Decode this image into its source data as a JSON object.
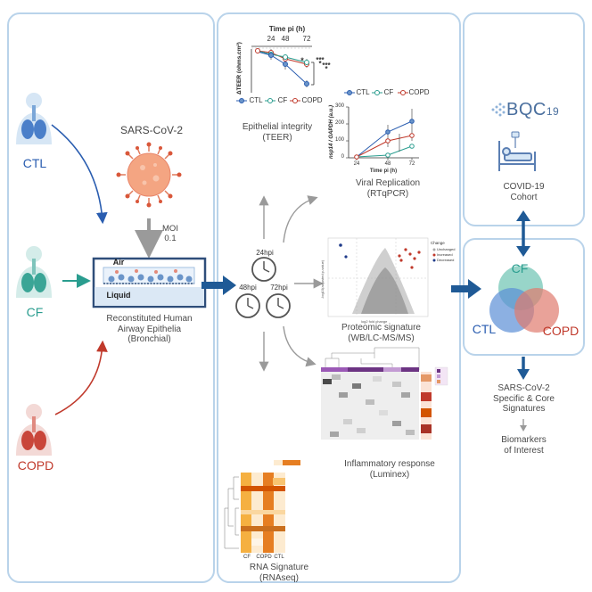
{
  "left": {
    "groups": [
      {
        "label": "CTL",
        "color": "#2a5db0"
      },
      {
        "label": "CF",
        "color": "#2a9d8f"
      },
      {
        "label": "COPD",
        "color": "#c0392b"
      }
    ],
    "virus_label": "SARS-CoV-2",
    "moi_line1": "MOI",
    "moi_line2": "0.1",
    "air_label": "Air",
    "liquid_label": "Liquid",
    "culture_caption_1": "Reconstituted Human",
    "culture_caption_2": "Airway Epithelia",
    "culture_caption_3": "(Bronchial)"
  },
  "middle": {
    "time_points": [
      "24hpi",
      "48hpi",
      "72hpi"
    ],
    "teer": {
      "title": "Time pi (h)",
      "x_ticks": [
        "24",
        "48",
        "72"
      ],
      "y_label": "ΔTEER (ohms.cm²)",
      "stars": [
        "*",
        "****",
        "****"
      ],
      "legend": [
        "CTL",
        "CF",
        "COPD"
      ],
      "caption_1": "Epithelial integrity",
      "caption_2": "(TEER)"
    },
    "viral": {
      "legend": [
        "CTL",
        "CF",
        "COPD"
      ],
      "y_label": "nsp14 / GAPDH (a.u.)",
      "y_ticks": [
        "0",
        "100",
        "200",
        "300"
      ],
      "x_ticks": [
        "24",
        "48",
        "72"
      ],
      "x_label": "Time pi (h)",
      "caption_1": "Viral Replication",
      "caption_2": "(RTqPCR)"
    },
    "proteomic": {
      "caption_1": "Proteomic signature",
      "caption_2": "(WB/LC-MS/MS)",
      "legend_title": "Change",
      "legend_items": [
        "Unchanged",
        "Increased",
        "Decreased"
      ],
      "y_label": "-log10(adjusted p-value)",
      "x_label": "log2 fold change"
    },
    "inflammatory": {
      "caption_1": "Inflammatory response",
      "caption_2": "(Luminex)"
    },
    "rna": {
      "caption_1": "RNA Signature",
      "caption_2": "(RNAseq)",
      "groups": [
        "CF",
        "COPD",
        "CTL"
      ]
    }
  },
  "right": {
    "logo_text": "BQC",
    "logo_sub": "19",
    "cohort_1": "COVID-19",
    "cohort_2": "Cohort",
    "venn": {
      "top": "CF",
      "left": "CTL",
      "right": "COPD"
    },
    "sig_1": "SARS-CoV-2",
    "sig_2": "Specific & Core",
    "sig_3": "Signatures",
    "bio_1": "Biomarkers",
    "bio_2": "of Interest"
  },
  "colors": {
    "panel_border": "#b9d3ea",
    "arrow_blue": "#1f5a96",
    "ctl": "#2a5db0",
    "cf": "#2a9d8f",
    "copd": "#c0392b",
    "grey_arrow": "#9a9a9a"
  }
}
